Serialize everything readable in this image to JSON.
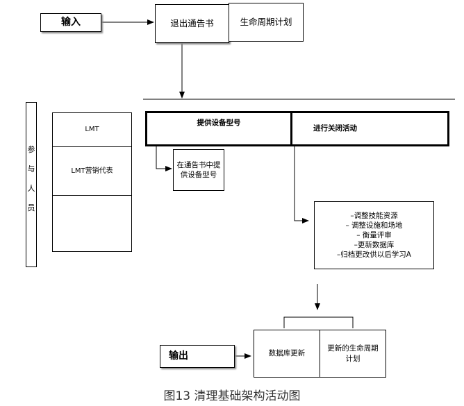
{
  "input_label": "输入",
  "exit_notice": "退出通告书",
  "lifecycle_plan": "生命周期计划",
  "participants": [
    "参",
    "与",
    "人",
    "员"
  ],
  "lmt": "LMT",
  "lmt_sales_rep": "LMT营销代表",
  "provide_model": "提供设备型号",
  "close_activities": "进行关闭活动",
  "notice_provide_model": "在通告书中提供设备型号",
  "close_steps": [
    "–调整技能资源",
    "– 调整设施和场地",
    "– 衡量评审",
    "–更新数据库",
    "–归档更改供以后学习A"
  ],
  "output_label": "输出",
  "db_update": "数据库更新",
  "updated_plan": "更新的生命周期计划",
  "caption": "图13 清理基础架构活动图"
}
